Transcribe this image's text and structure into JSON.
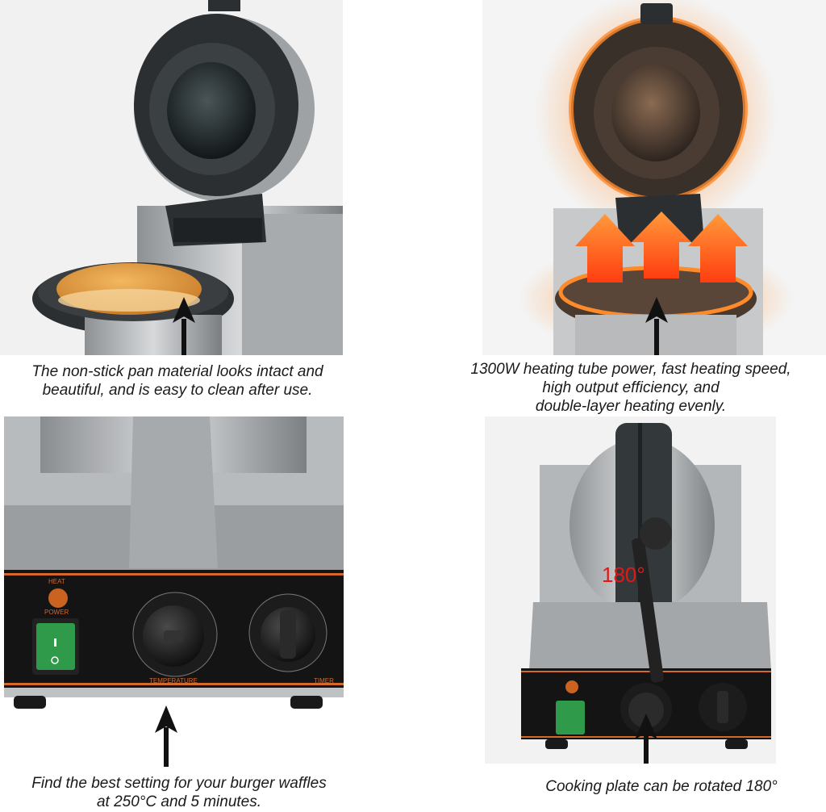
{
  "panels": {
    "top_left": {
      "caption": [
        "The non-stick pan material looks intact and",
        "beautiful, and is easy to clean after use."
      ]
    },
    "top_right": {
      "caption": [
        "1300W heating tube power, fast heating speed,",
        "high output efficiency, and",
        "double-layer heating evenly."
      ]
    },
    "bottom_left": {
      "caption": [
        "Find the best setting for your burger waffles",
        "at 250°C and 5 minutes."
      ],
      "panel_labels": {
        "heat": "HEAT",
        "power": "POWER",
        "temperature": "TEMPERATURE",
        "timer": "TIMER"
      }
    },
    "bottom_right": {
      "caption": [
        "Cooking plate can be rotated 180°"
      ],
      "rotation_label": "180°"
    }
  },
  "colors": {
    "steel": "#b9bcbf",
    "dark_plate": "#2b2f31",
    "panel_black": "#151515",
    "orange_trim": "#d4672a",
    "power_green": "#2f9a4a",
    "heat_orange": "#ff6a1a",
    "bun": "#e39a3c"
  },
  "icons": [
    "arrow-up-icon",
    "power-switch-icon",
    "temperature-knob-icon",
    "timer-knob-icon",
    "heat-arrow-icon"
  ]
}
